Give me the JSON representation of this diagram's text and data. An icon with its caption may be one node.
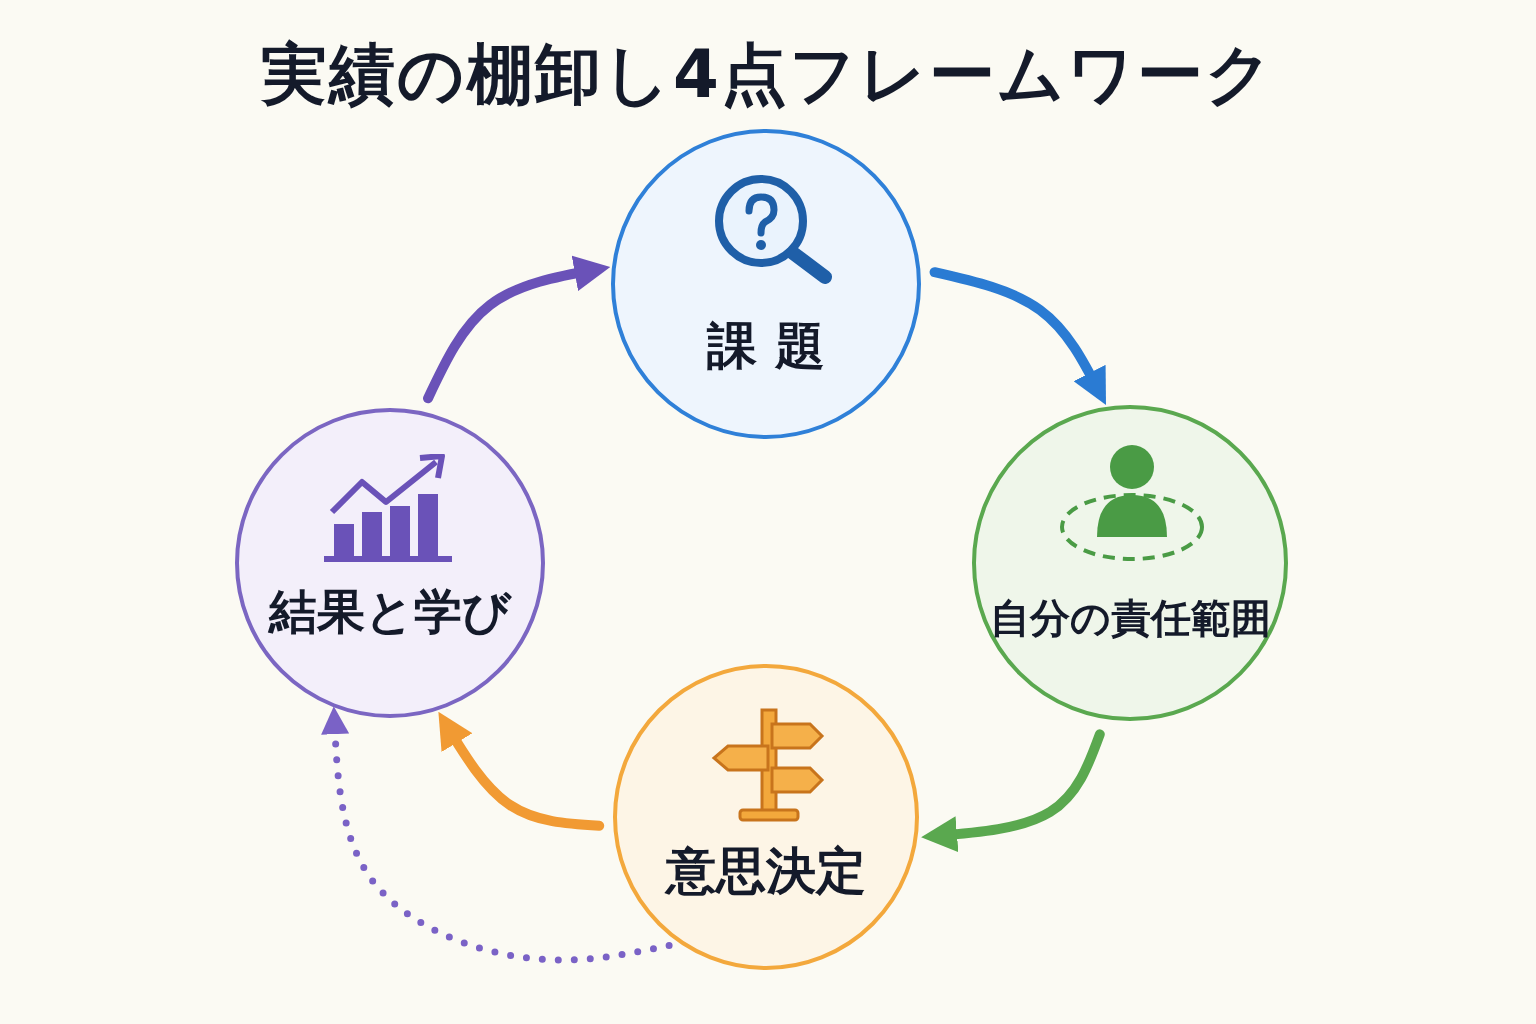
{
  "diagram": {
    "title": "実績の棚卸し4点フレームワーク",
    "nodes": [
      {
        "text": [
          "課題"
        ]
      },
      {
        "text": [
          "自分の責任範囲"
        ]
      },
      {
        "text": [
          "意思決定"
        ]
      },
      {
        "text": [
          "結果と学び"
        ]
      }
    ],
    "edges": [
      {
        "from": 0,
        "to": 1,
        "arrow": "to",
        "color": "#2a7bd3"
      },
      {
        "from": 1,
        "to": 2,
        "arrow": "to",
        "color": "#5aa84f"
      },
      {
        "from": 2,
        "to": 3,
        "arrow": "to",
        "color": "#f19a33"
      },
      {
        "from": 3,
        "to": 0,
        "arrow": "to",
        "color": "#6a52b8"
      },
      {
        "from": 2,
        "to": 3,
        "arrow": "to",
        "style": "dashed",
        "color": "#7a62c6"
      }
    ]
  }
}
